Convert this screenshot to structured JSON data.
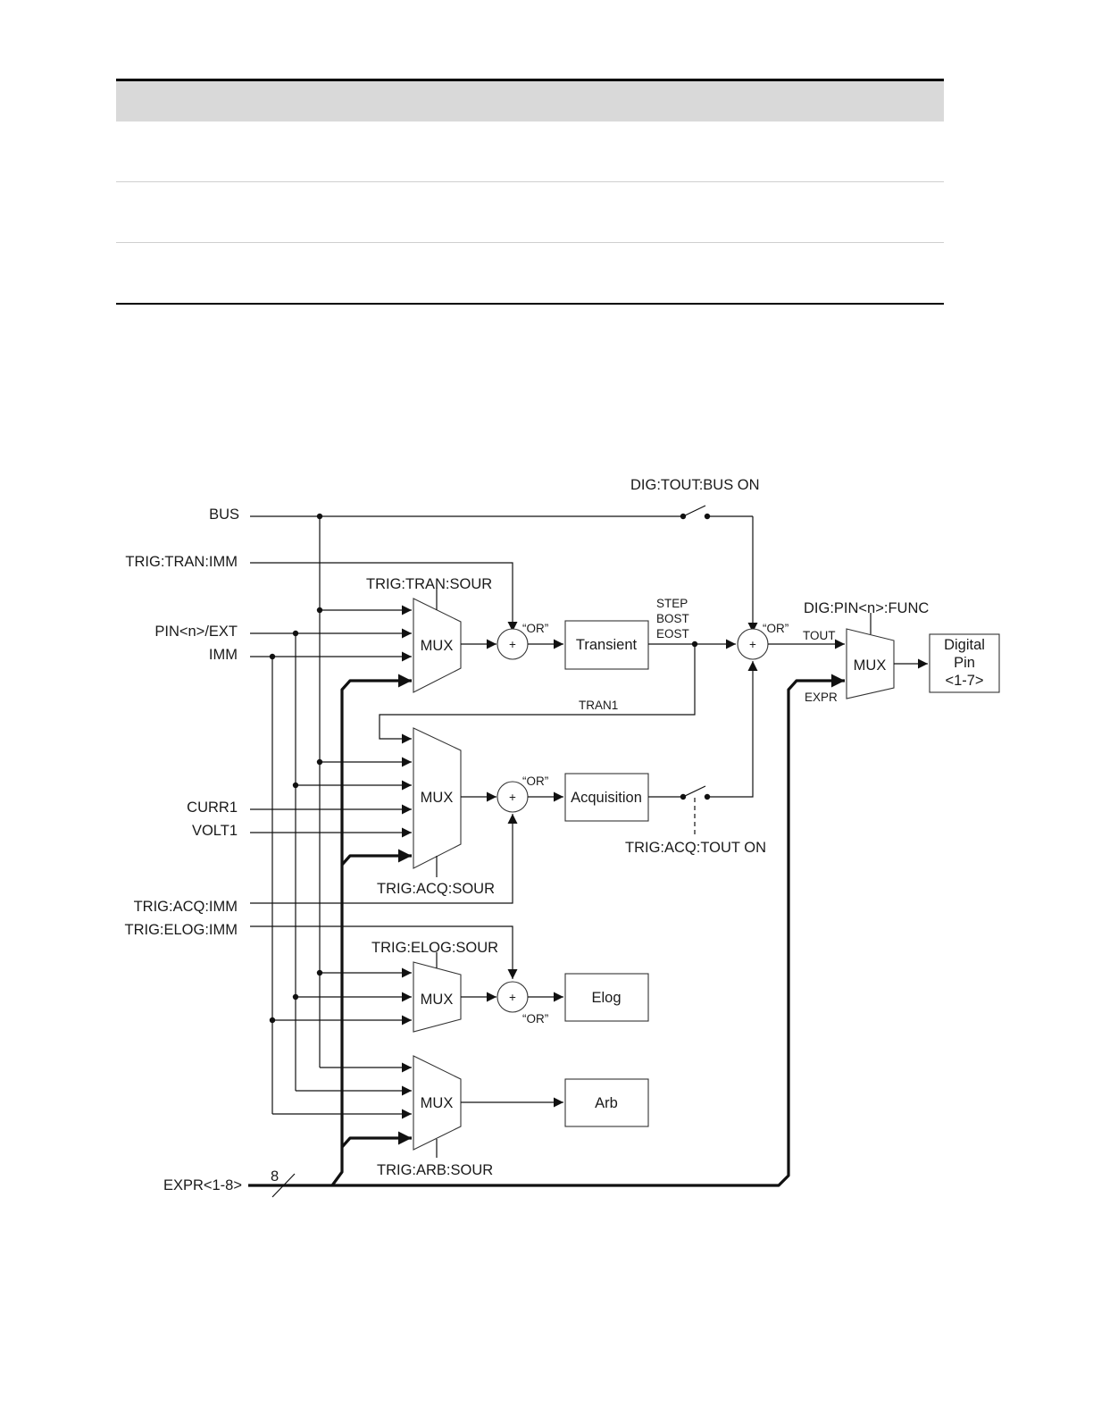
{
  "table": {
    "rows": 3
  },
  "diagram": {
    "inputs": {
      "bus": "BUS",
      "trig_tran_imm": "TRIG:TRAN:IMM",
      "pin_ext": "PIN<n>/EXT",
      "imm": "IMM",
      "curr1": "CURR1",
      "volt1": "VOLT1",
      "trig_acq_imm": "TRIG:ACQ:IMM",
      "trig_elog_imm": "TRIG:ELOG:IMM",
      "expr": "EXPR<1-8>"
    },
    "bus_width": "8",
    "mux_label": "MUX",
    "or_label": "“OR”",
    "plus": "+",
    "selectors": {
      "tran_sour": "TRIG:TRAN:SOUR",
      "acq_sour": "TRIG:ACQ:SOUR",
      "elog_sour": "TRIG:ELOG:SOUR",
      "arb_sour": "TRIG:ARB:SOUR",
      "pin_func": "DIG:PIN<n>:FUNC",
      "dig_tout_bus": "DIG:TOUT:BUS ON",
      "trig_acq_tout": "TRIG:ACQ:TOUT ON"
    },
    "blocks": {
      "transient": "Transient",
      "acquisition": "Acquisition",
      "elog": "Elog",
      "arb": "Arb",
      "digital_pin": [
        "Digital",
        "Pin",
        "<1-7>"
      ]
    },
    "signals": {
      "step": "STEP",
      "bost": "BOST",
      "eost": "EOST",
      "tran1": "TRAN1",
      "tout": "TOUT",
      "expr_in": "EXPR"
    }
  }
}
